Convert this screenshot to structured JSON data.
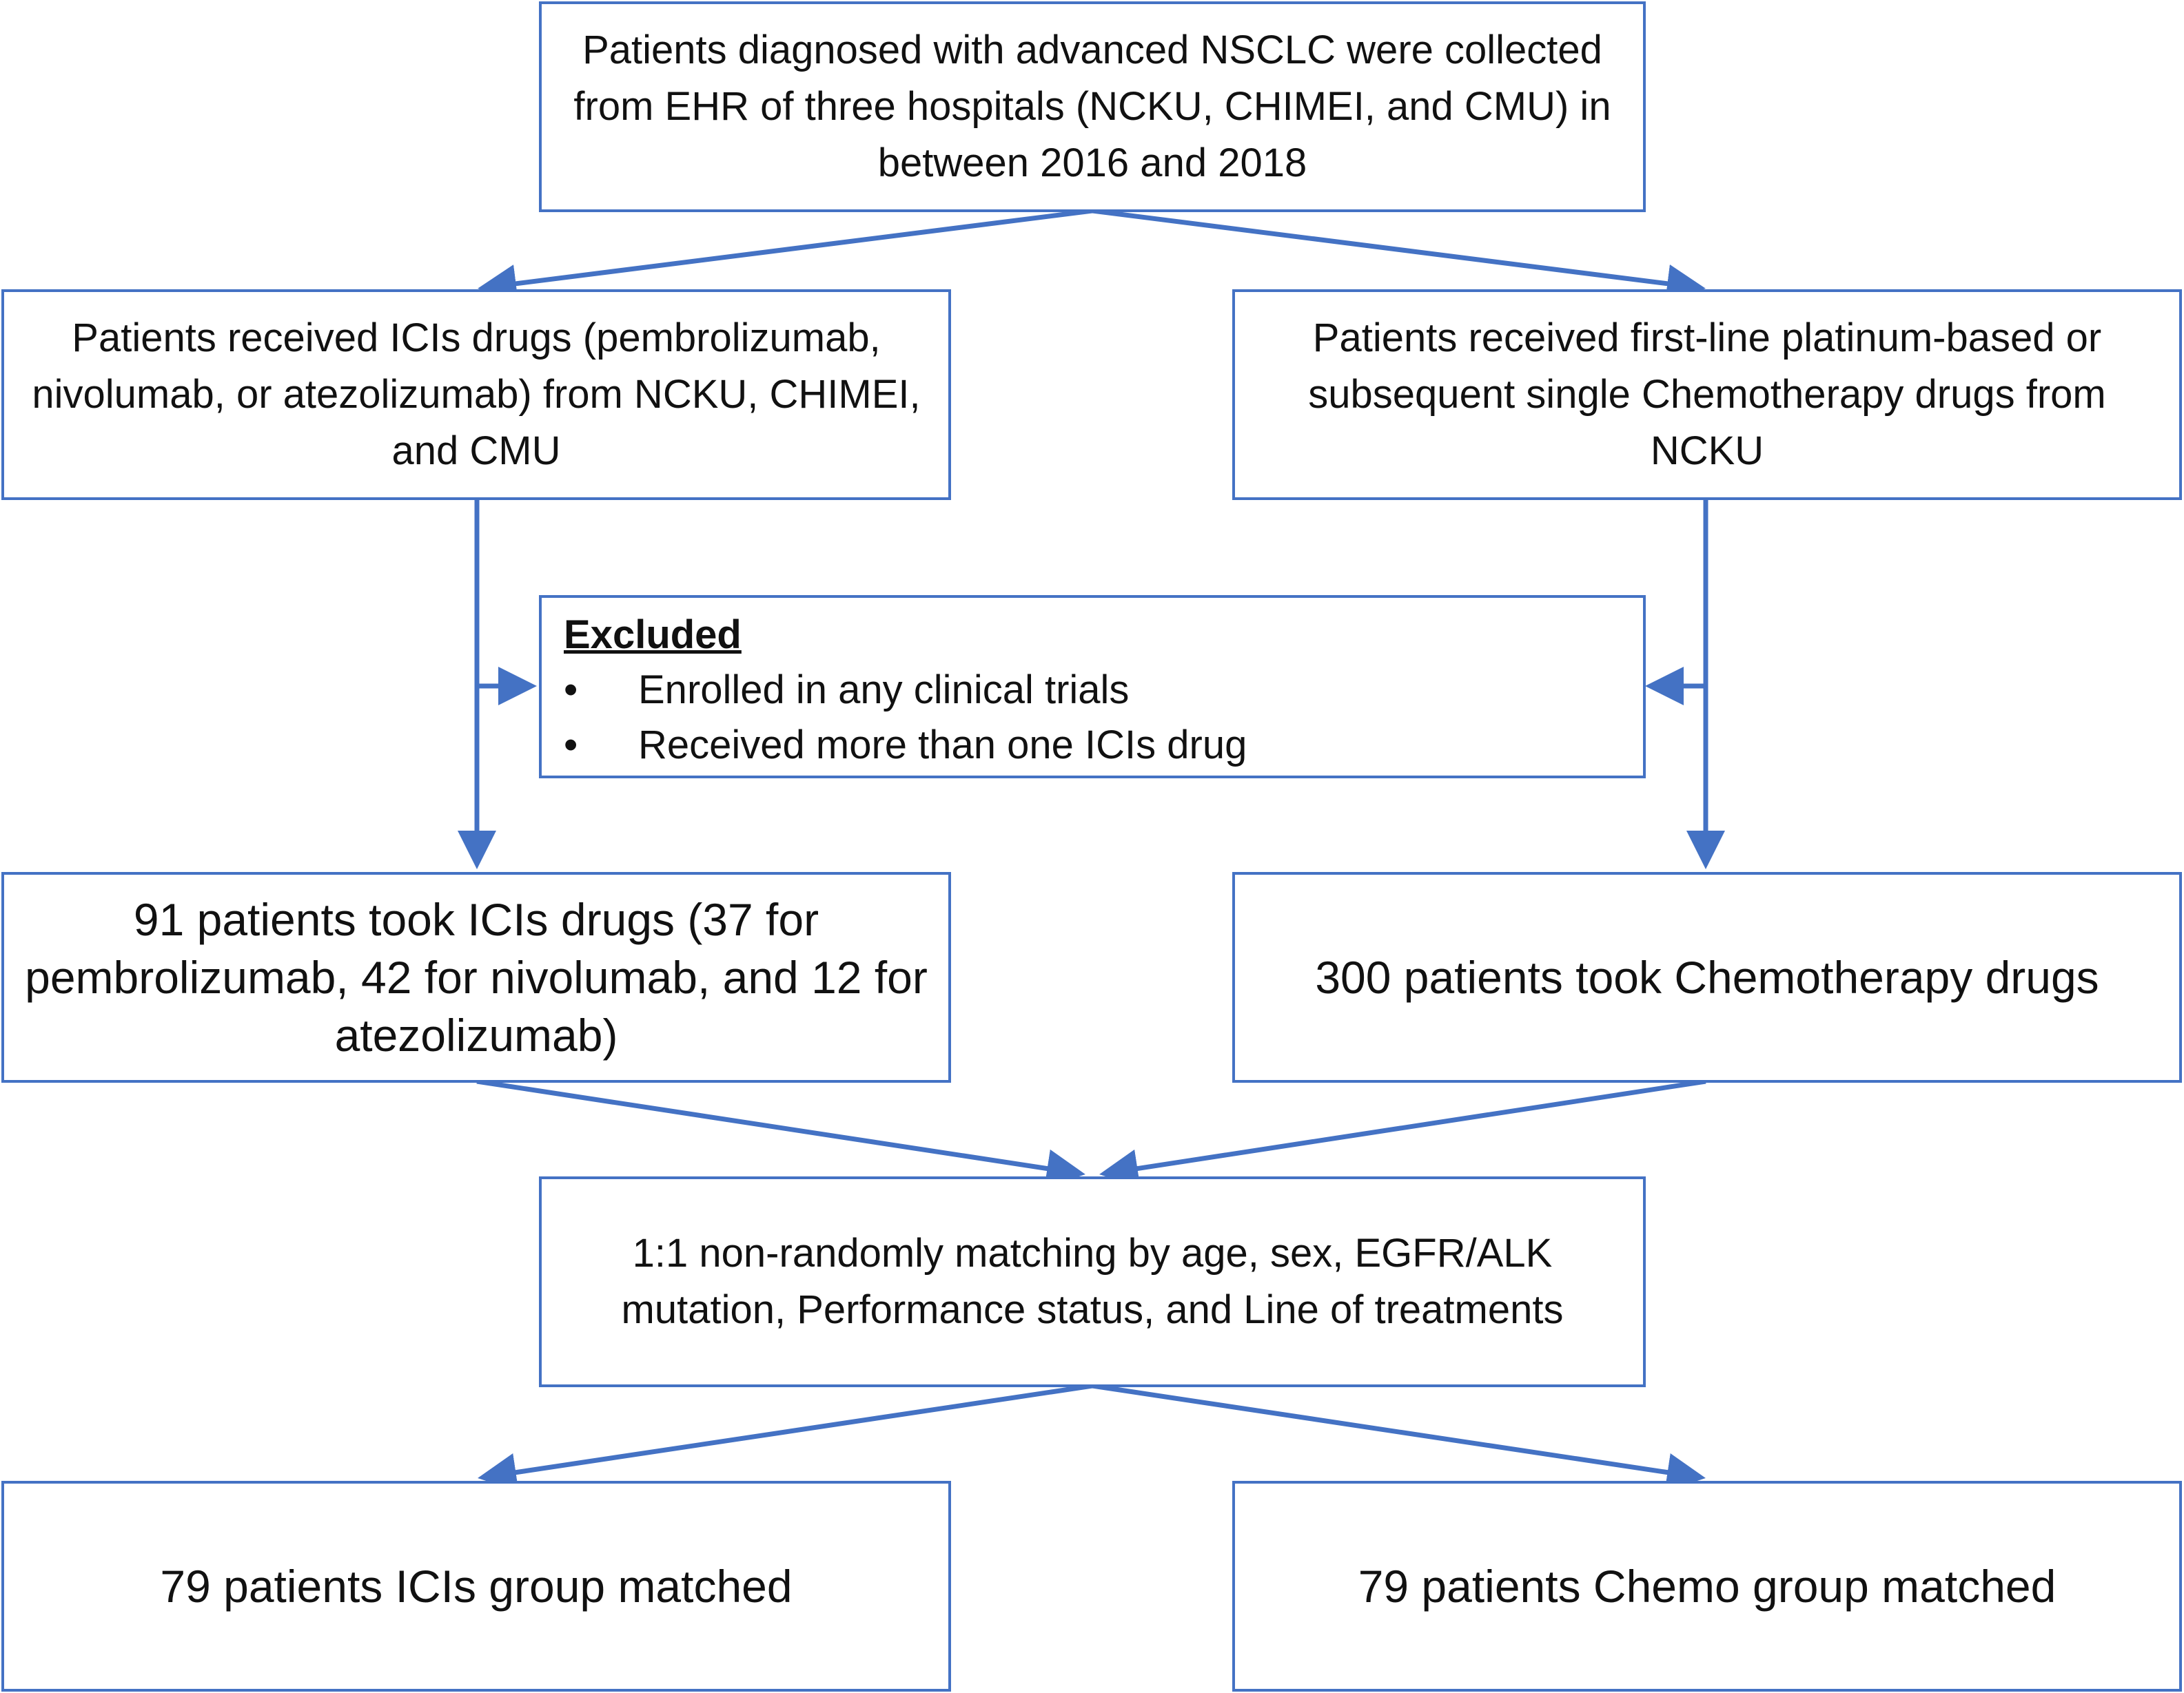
{
  "boxes": {
    "source": "Patients diagnosed with advanced NSCLC were collected from EHR of three hospitals (NCKU, CHIMEI, and CMU) in between 2016 and 2018",
    "ici_received": "Patients received ICIs drugs (pembrolizumab, nivolumab, or atezolizumab) from NCKU, CHIMEI, and CMU",
    "chemo_received": "Patients received first-line platinum-based or subsequent single Chemotherapy drugs from NCKU",
    "excluded": {
      "title": "Excluded",
      "bullet": "•",
      "items": [
        "Enrolled in any clinical trials",
        "Received more than one ICIs drug"
      ]
    },
    "ici_count": "91 patients took ICIs drugs (37 for pembrolizumab, 42 for nivolumab, and 12 for atezolizumab)",
    "chemo_count": "300 patients took Chemotherapy drugs",
    "matching": "1:1 non-randomly matching by age, sex, EGFR/ALK mutation, Performance status, and Line of treatments",
    "ici_matched": "79 patients ICIs group matched",
    "chemo_matched": "79 patients Chemo group matched"
  },
  "colors": {
    "border": "#4472C4",
    "arrow": "#4472C4",
    "text": "#111111"
  }
}
